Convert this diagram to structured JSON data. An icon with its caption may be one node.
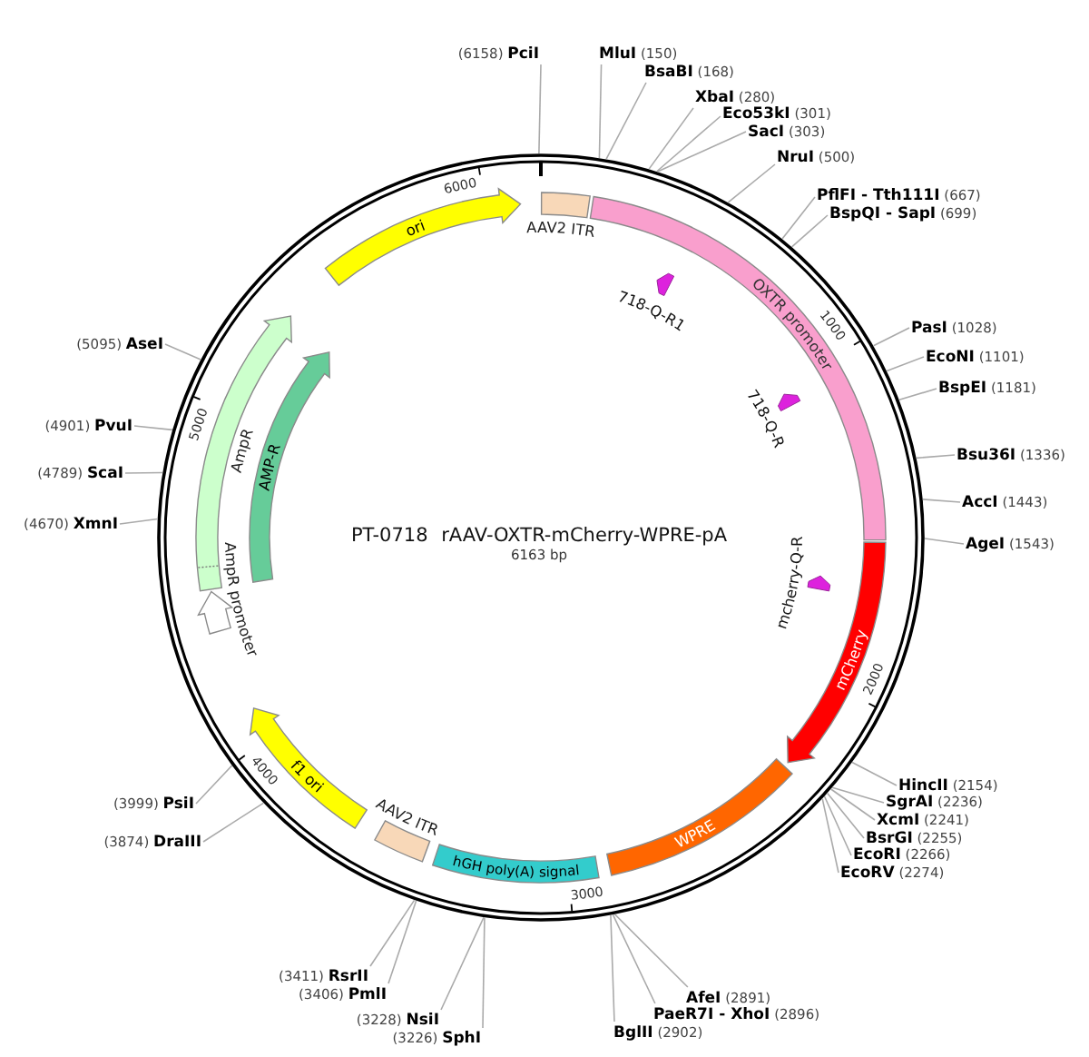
{
  "diagram": {
    "title": "PT-0718 rAAV-OXTR-mCherry-WPRE-pA",
    "nodes": [
      {
        "text": [
          "(6158) **PciI**"
        ]
      },
      {
        "text": [
          "**MluI** (150)"
        ]
      },
      {
        "text": [
          "**BsaBI** (168)"
        ]
      },
      {
        "text": [
          "**XbaI** (280)"
        ]
      },
      {
        "text": [
          "**Eco53kI** (301)"
        ]
      },
      {
        "text": [
          "**SacI** (303)"
        ]
      },
      {
        "text": [
          "**NruI** (500)"
        ]
      },
      {
        "text": [
          "**PflFI - Tth111I** (667)"
        ]
      },
      {
        "text": [
          "**BspQI - SapI** (699)"
        ]
      },
      {
        "text": [
          "**PasI** (1028)"
        ]
      },
      {
        "text": [
          "**EcoNI** (1101)"
        ]
      },
      {
        "text": [
          "**BspEI** (1181)"
        ]
      },
      {
        "text": [
          "**Bsu36I** (1336)"
        ]
      },
      {
        "text": [
          "**AccI** (1443)"
        ]
      },
      {
        "text": [
          "**AgeI** (1543)"
        ]
      },
      {
        "text": [
          "**HincII** (2154)"
        ]
      },
      {
        "text": [
          "**SgrAI** (2236)"
        ]
      },
      {
        "text": [
          "**XcmI** (2241)"
        ]
      },
      {
        "text": [
          "**BsrGI** (2255)"
        ]
      },
      {
        "text": [
          "**EcoRI** (2266)"
        ]
      },
      {
        "text": [
          "**EcoRV** (2274)"
        ]
      },
      {
        "text": [
          "**AfeI** (2891)"
        ]
      },
      {
        "text": [
          "**PaeR7I - XhoI** (2896)"
        ]
      },
      {
        "text": [
          "**BglII** (2902)"
        ]
      },
      {
        "text": [
          "(3226) **SphI**"
        ]
      },
      {
        "text": [
          "(3228) **NsiI**"
        ]
      },
      {
        "text": [
          "(3406) **PmlI**"
        ]
      },
      {
        "text": [
          "(3411) **RsrII**"
        ]
      },
      {
        "text": [
          "(3874) **DraIII**"
        ]
      },
      {
        "text": [
          "(3999) **PsiI**"
        ]
      },
      {
        "text": [
          "(4670) **XmnI**"
        ]
      },
      {
        "text": [
          "(4789) **ScaI**"
        ]
      },
      {
        "text": [
          "(4901) **PvuI**"
        ]
      },
      {
        "text": [
          "(5095) **AseI**"
        ]
      },
      {
        "text": [
          "AAV2 ITR"
        ]
      },
      {
        "text": [
          "OXTR promoter"
        ]
      },
      {
        "text": [
          "mCherry"
        ]
      },
      {
        "text": [
          "WPRE"
        ]
      },
      {
        "text": [
          "hGH poly(A) signal"
        ]
      },
      {
        "text": [
          "AAV2 ITR"
        ]
      },
      {
        "text": [
          "f1 ori"
        ]
      },
      {
        "text": [
          "AmpR promoter"
        ]
      },
      {
        "text": [
          "AmpR"
        ]
      },
      {
        "text": [
          "AMP-R"
        ]
      },
      {
        "text": [
          "ori"
        ]
      },
      {
        "text": [
          "718-Q-R1"
        ]
      },
      {
        "text": [
          "718-Q-R"
        ]
      },
      {
        "text": [
          "mcherry-Q-R"
        ]
      }
    ],
    "edges": [
      {
        "from": 0,
        "to": null,
        "arrow": "none"
      },
      {
        "from": 1,
        "to": null,
        "arrow": "none"
      },
      {
        "from": 2,
        "to": null,
        "arrow": "none"
      },
      {
        "from": 3,
        "to": null,
        "arrow": "none"
      },
      {
        "from": 4,
        "to": null,
        "arrow": "none"
      },
      {
        "from": 5,
        "to": null,
        "arrow": "none"
      },
      {
        "from": 6,
        "to": null,
        "arrow": "none"
      },
      {
        "from": 7,
        "to": null,
        "arrow": "none"
      },
      {
        "from": 8,
        "to": null,
        "arrow": "none"
      },
      {
        "from": 9,
        "to": null,
        "arrow": "none"
      },
      {
        "from": 10,
        "to": null,
        "arrow": "none"
      },
      {
        "from": 11,
        "to": null,
        "arrow": "none"
      },
      {
        "from": 12,
        "to": null,
        "arrow": "none"
      },
      {
        "from": 13,
        "to": null,
        "arrow": "none"
      },
      {
        "from": 14,
        "to": null,
        "arrow": "none"
      },
      {
        "from": 15,
        "to": null,
        "arrow": "none"
      },
      {
        "from": 16,
        "to": null,
        "arrow": "none"
      },
      {
        "from": 17,
        "to": null,
        "arrow": "none"
      },
      {
        "from": 18,
        "to": null,
        "arrow": "none"
      },
      {
        "from": 19,
        "to": null,
        "arrow": "none"
      },
      {
        "from": 20,
        "to": null,
        "arrow": "none"
      },
      {
        "from": 21,
        "to": null,
        "arrow": "none"
      },
      {
        "from": 22,
        "to": null,
        "arrow": "none"
      },
      {
        "from": 23,
        "to": null,
        "arrow": "none"
      },
      {
        "from": 24,
        "to": null,
        "arrow": "none"
      },
      {
        "from": 25,
        "to": null,
        "arrow": "none"
      },
      {
        "from": 26,
        "to": null,
        "arrow": "none"
      },
      {
        "from": 27,
        "to": null,
        "arrow": "none"
      },
      {
        "from": 28,
        "to": null,
        "arrow": "none"
      },
      {
        "from": 29,
        "to": null,
        "arrow": "none"
      },
      {
        "from": 30,
        "to": null,
        "arrow": "none"
      },
      {
        "from": 31,
        "to": null,
        "arrow": "none"
      },
      {
        "from": 32,
        "to": null,
        "arrow": "none"
      },
      {
        "from": 33,
        "to": null,
        "arrow": "none"
      }
    ],
    "labels": [
      "6163 bp",
      "1000",
      "2000",
      "3000",
      "4000",
      "5000",
      "6000"
    ]
  }
}
